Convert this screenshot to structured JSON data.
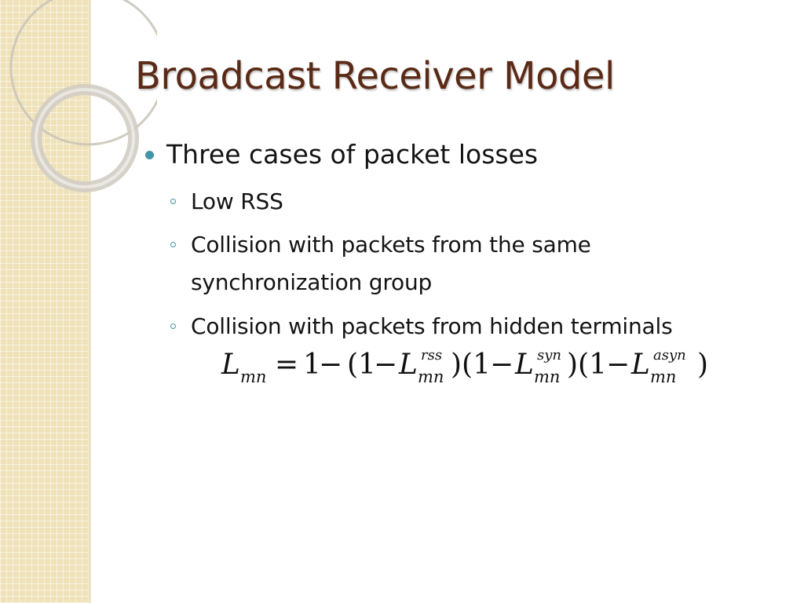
{
  "slide": {
    "title": "Broadcast Receiver Model",
    "bullets": [
      {
        "text": "Three cases of packet losses",
        "sub_items": [
          {
            "lines": [
              "Low RSS"
            ]
          },
          {
            "lines": [
              "Collision with packets from the same",
              "synchronization group"
            ]
          },
          {
            "lines": [
              "Collision with packets from hidden terminals"
            ]
          }
        ]
      }
    ],
    "equation": {
      "lhs_symbol": "L",
      "lhs_subscript": "mn",
      "equals": "=",
      "one": "1",
      "minus": "−",
      "open_paren_one": "(1",
      "close_paren_open_one": ")(1",
      "close_paren": ")",
      "term_symbol": "L",
      "term_subscript": "mn",
      "superscripts": [
        "rss",
        "syn",
        "asyn"
      ]
    }
  },
  "theme": {
    "title_color": "#5a2a16",
    "accent_color": "#3f97a8",
    "side_panel_color": "#efe2b9",
    "text_color": "#141414"
  }
}
